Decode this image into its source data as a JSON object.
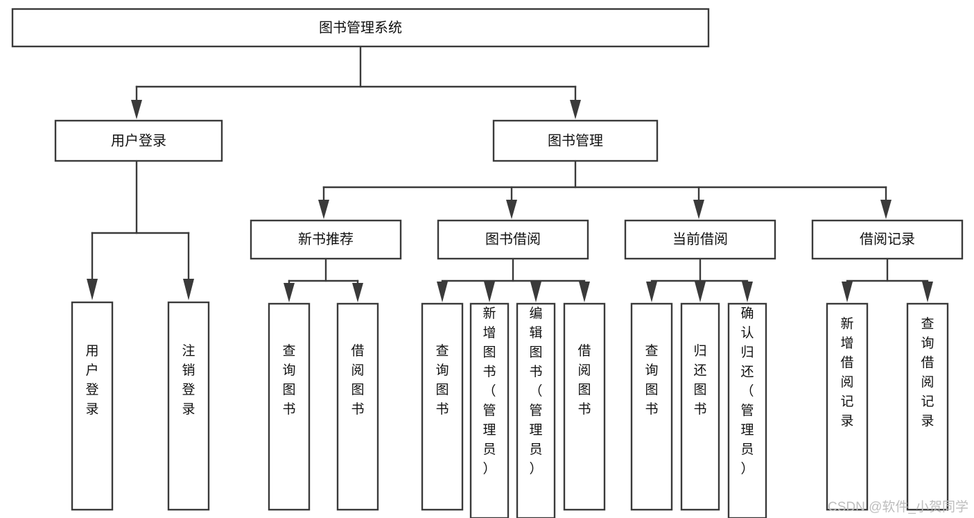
{
  "diagram": {
    "type": "tree-hierarchy",
    "title": "图书管理系统",
    "watermark": "CSDN @软件_小贺同学",
    "nodes": {
      "root": {
        "label": "图书管理系统"
      },
      "level2": [
        {
          "id": "user-login",
          "label": "用户登录"
        },
        {
          "id": "book-manage",
          "label": "图书管理"
        }
      ],
      "level3": [
        {
          "id": "new-book-rec",
          "label": "新书推荐"
        },
        {
          "id": "book-borrow",
          "label": "图书借阅"
        },
        {
          "id": "current-borrow",
          "label": "当前借阅"
        },
        {
          "id": "borrow-record",
          "label": "借阅记录"
        }
      ],
      "leaves": {
        "user-login": [
          {
            "id": "leaf-user-login",
            "label": "用户登录"
          },
          {
            "id": "leaf-logout",
            "label": "注销登录"
          }
        ],
        "new-book-rec": [
          {
            "id": "leaf-query-book-1",
            "label": "查询图书"
          },
          {
            "id": "leaf-borrow-book-1",
            "label": "借阅图书"
          }
        ],
        "book-borrow": [
          {
            "id": "leaf-query-book-2",
            "label": "查询图书"
          },
          {
            "id": "leaf-add-book",
            "label": "新增图书（管理员）"
          },
          {
            "id": "leaf-edit-book",
            "label": "编辑图书（管理员）"
          },
          {
            "id": "leaf-borrow-book-2",
            "label": "借阅图书"
          }
        ],
        "current-borrow": [
          {
            "id": "leaf-query-book-3",
            "label": "查询图书"
          },
          {
            "id": "leaf-return-book",
            "label": "归还图书"
          },
          {
            "id": "leaf-confirm-return",
            "label": "确认归还（管理员）"
          }
        ],
        "borrow-record": [
          {
            "id": "leaf-add-record",
            "label": "新增借阅记录"
          },
          {
            "id": "leaf-query-record",
            "label": "查询借阅记录"
          }
        ]
      }
    },
    "colors": {
      "box_stroke": "#3a3a3a",
      "box_fill": "#ffffff",
      "text": "#111111",
      "watermark": "#bdbdbd",
      "background": "#ffffff"
    }
  }
}
